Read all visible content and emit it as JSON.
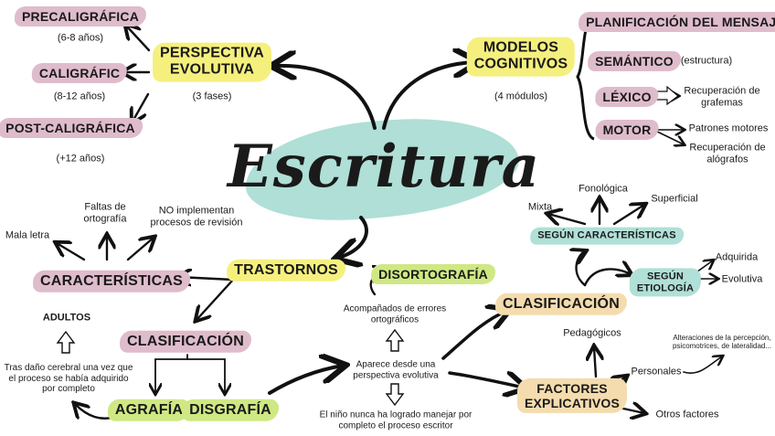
{
  "title": "Escritura",
  "colors": {
    "pink": "#dfbccb",
    "yellow": "#f5f07e",
    "green": "#cfe883",
    "teal": "#b0e0d7",
    "orange": "#f4dcae"
  },
  "perspectiva": {
    "label1": "PERSPECTIVA",
    "label2": "EVOLUTIVA",
    "note": "(3 fases)",
    "phases": [
      {
        "label": "PRECALIGRÁFICA",
        "age": "(6-8 años)"
      },
      {
        "label": "CALIGRÁFIC",
        "age": "(8-12 años)"
      },
      {
        "label": "POST-CALIGRÁFICA",
        "age": "(+12 años)"
      }
    ]
  },
  "modelos": {
    "label1": "MODELOS",
    "label2": "COGNITIVOS",
    "note": "(4 módulos)",
    "modules": {
      "planificacion": "PLANIFICACIÓN DEL MENSAJE",
      "semantico": "SEMÁNTICO",
      "semantico_note": "(estructura)",
      "lexico": "LÉXICO",
      "lexico_note1": "Recuperación de",
      "lexico_note2": "grafemas",
      "motor": "MOTOR",
      "motor_note_a": "Patrones motores",
      "motor_note_b1": "Recuperación  de",
      "motor_note_b2": "alógrafos"
    }
  },
  "trastornos": {
    "label": "TRASTORNOS",
    "caracteristicas": {
      "label": "CARACTERÍSTICAS",
      "items": [
        "Mala letra",
        "Faltas de",
        "ortografía",
        "NO implementan",
        "procesos de revisión"
      ]
    },
    "clasificacion": {
      "label": "CLASIFICACIÓN",
      "agrafia": "AGRAFÍA",
      "disgrafia": "DISGRAFÍA",
      "adultos": "ADULTOS",
      "agrafia_note": [
        "Tras daño cerebral una vez que",
        "el proceso se había adquirido",
        "por completo"
      ]
    }
  },
  "disgrafia_branch": {
    "disortografia": "DISORTOGRAFÍA",
    "acompanados": [
      "Acompañados de errores",
      "ortográficos"
    ],
    "aparece": [
      "Aparece desde una",
      "perspectiva evolutiva"
    ],
    "nino": [
      "El niño nunca ha logrado manejar por",
      "completo el proceso escritor"
    ],
    "clasificacion": "CLASIFICACIÓN",
    "segun_caracteristicas": "SEGÚN CARACTERÍSTICAS",
    "caract_items": [
      "Mixta",
      "Fonológica",
      "Superficial"
    ],
    "segun_etiologia1": "SEGÚN",
    "segun_etiologia2": "ETIOLOGÍA",
    "etio_items": [
      "Adquirida",
      "Evolutiva"
    ],
    "factores1": "FACTORES",
    "factores2": "EXPLICATIVOS",
    "pedagogicos": "Pedagógicos",
    "personales": "Personales",
    "alteraciones": [
      "Alteraciones de la percepción,",
      "psicomotrices, de lateralidad..."
    ],
    "otros": "Otros factores"
  }
}
